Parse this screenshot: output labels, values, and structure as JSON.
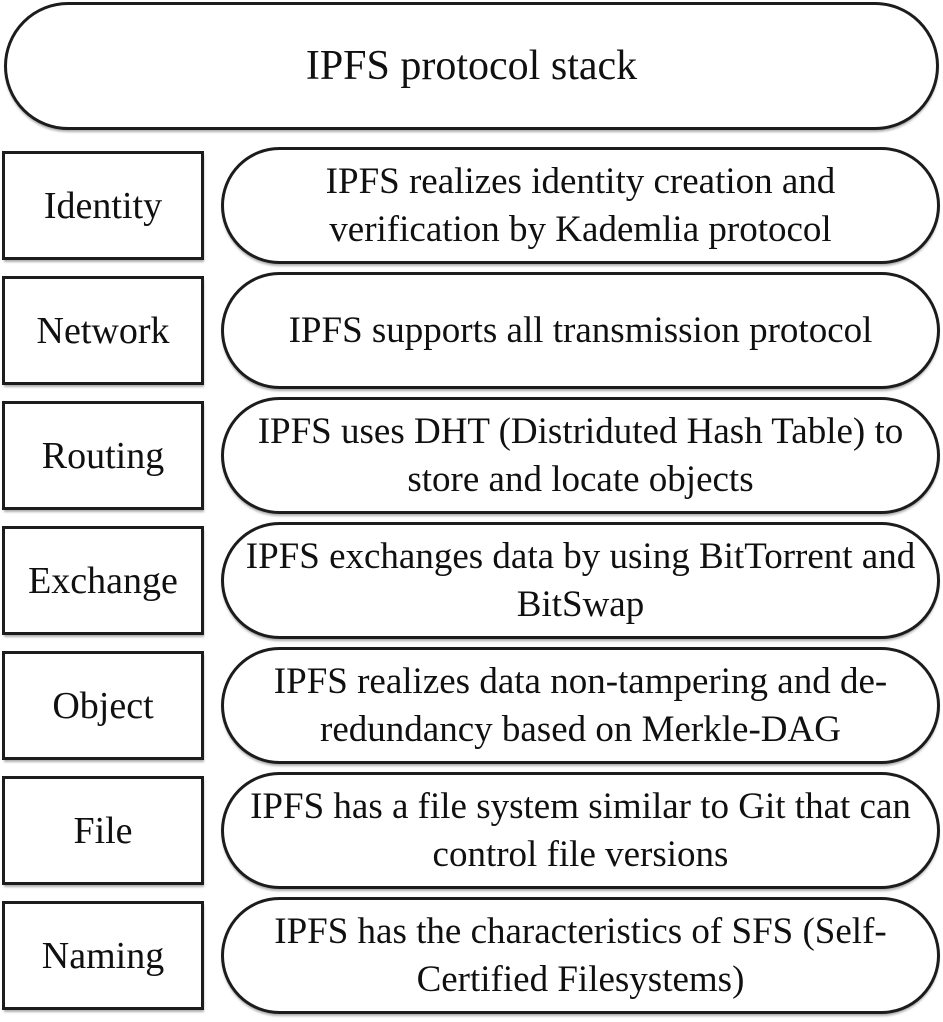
{
  "diagram": {
    "title": "IPFS protocol stack",
    "layers": [
      {
        "label": "Identity",
        "description": "IPFS realizes identity creation and verification by Kademlia protocol"
      },
      {
        "label": "Network",
        "description": "IPFS supports all transmission protocol"
      },
      {
        "label": "Routing",
        "description": "IPFS uses DHT (Distriduted Hash Table) to store and locate objects"
      },
      {
        "label": "Exchange",
        "description": "IPFS exchanges data by using BitTorrent and BitSwap"
      },
      {
        "label": "Object",
        "description": "IPFS realizes data non-tampering and de-redundancy based on Merkle-DAG"
      },
      {
        "label": "File",
        "description": "IPFS has a file system similar to Git that can control file versions"
      },
      {
        "label": "Naming",
        "description": "IPFS has the characteristics of SFS (Self-Certified Filesystems)"
      }
    ],
    "colors": {
      "background": "#ffffff",
      "border": "#1c1c1c",
      "text": "#101010"
    }
  }
}
